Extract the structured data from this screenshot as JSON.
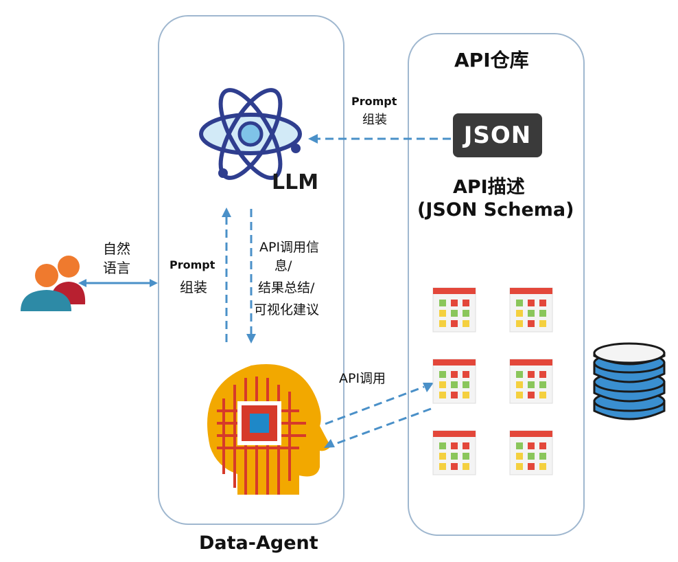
{
  "data_agent": {
    "label": "Data-Agent"
  },
  "api_repo": {
    "title": "API仓库",
    "json_badge": "JSON",
    "desc_line1": "API描述",
    "desc_line2": "(JSON Schema)"
  },
  "llm": {
    "label": "LLM"
  },
  "prompt_top": {
    "line1": "Prompt",
    "line2": "组装"
  },
  "prompt_mid": {
    "line1": "Prompt",
    "line2": "组装"
  },
  "user_link": {
    "line1": "自然",
    "line2": "语言"
  },
  "api_info": {
    "line1": "API调用信",
    "line2": "息/",
    "line3": "结果总结/",
    "line4": "可视化建议"
  },
  "api_call": {
    "label": "API调用"
  },
  "colors": {
    "panel_border": "#9fb7cf",
    "arrow": "#4a90c8",
    "llm": "#2f3e8f",
    "llm_fill": "#7fc3e8",
    "head": "#f2a800",
    "db": "#3a8fd0"
  }
}
